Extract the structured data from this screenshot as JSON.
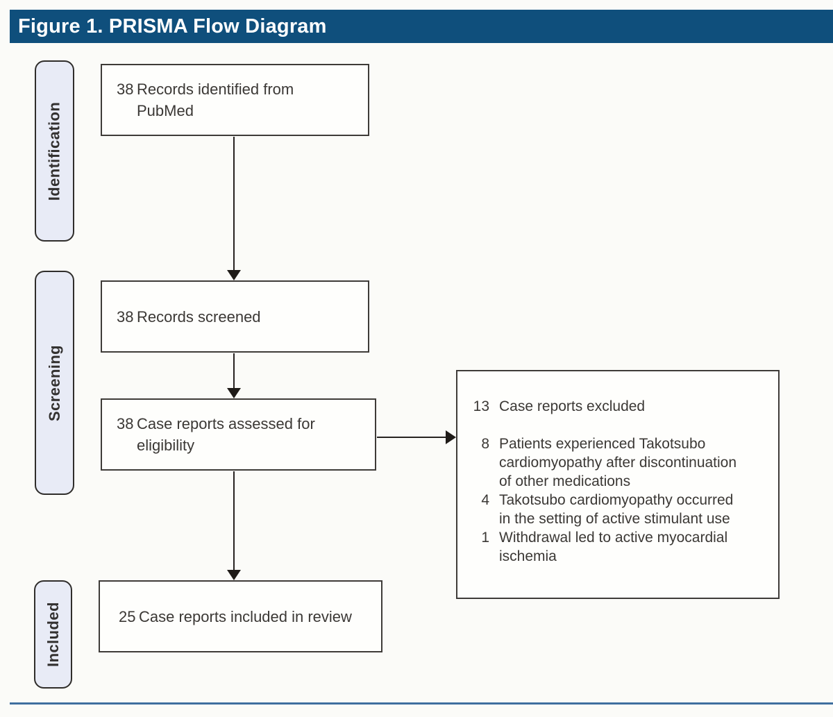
{
  "figure": {
    "title": "Figure 1. PRISMA Flow Diagram"
  },
  "stages": [
    {
      "label": "Identification"
    },
    {
      "label": "Screening"
    },
    {
      "label": "Included"
    }
  ],
  "flow_boxes": [
    {
      "count": "38",
      "text": "Records identified from PubMed",
      "lines": [
        "Records identified from",
        "PubMed"
      ]
    },
    {
      "count": "38",
      "text": "Records screened",
      "lines": [
        "Records screened"
      ]
    },
    {
      "count": "38",
      "text": "Case reports assessed for eligibility",
      "lines": [
        "Case reports assessed for",
        "eligibility"
      ]
    },
    {
      "count": "25",
      "text": "Case reports included in review",
      "lines": [
        "Case reports included in review"
      ]
    }
  ],
  "exclusion_box": {
    "items": [
      {
        "count": "13",
        "text": "Case reports excluded",
        "lines": [
          "Case reports excluded"
        ]
      },
      {
        "count": "8",
        "text": "Patients experienced Takotsubo cardiomyopathy after discontinuation of other medications",
        "lines": [
          "Patients experienced Takotsubo",
          "cardiomyopathy after discontinuation",
          "of other medications"
        ]
      },
      {
        "count": "4",
        "text": "Takotsubo cardiomyopathy occurred in the setting of active stimulant use",
        "lines": [
          "Takotsubo cardiomyopathy occurred",
          "in the setting of active stimulant use"
        ]
      },
      {
        "count": "1",
        "text": "Withdrawal led to active myocardial ischemia",
        "lines": [
          "Withdrawal led to active myocardial",
          "ischemia"
        ]
      }
    ]
  },
  "colors": {
    "header_bg": "#0f4f7c",
    "header_text": "#ffffff",
    "stage_fill": "#e8ebf6",
    "stage_border": "#2f2d2b",
    "box_fill": "#fefefc",
    "box_border": "#3e3b38",
    "text": "#3b3835",
    "arrow": "#262220",
    "bottom_rule": "#3f6f9f",
    "page_bg": "#fbfbf8"
  }
}
